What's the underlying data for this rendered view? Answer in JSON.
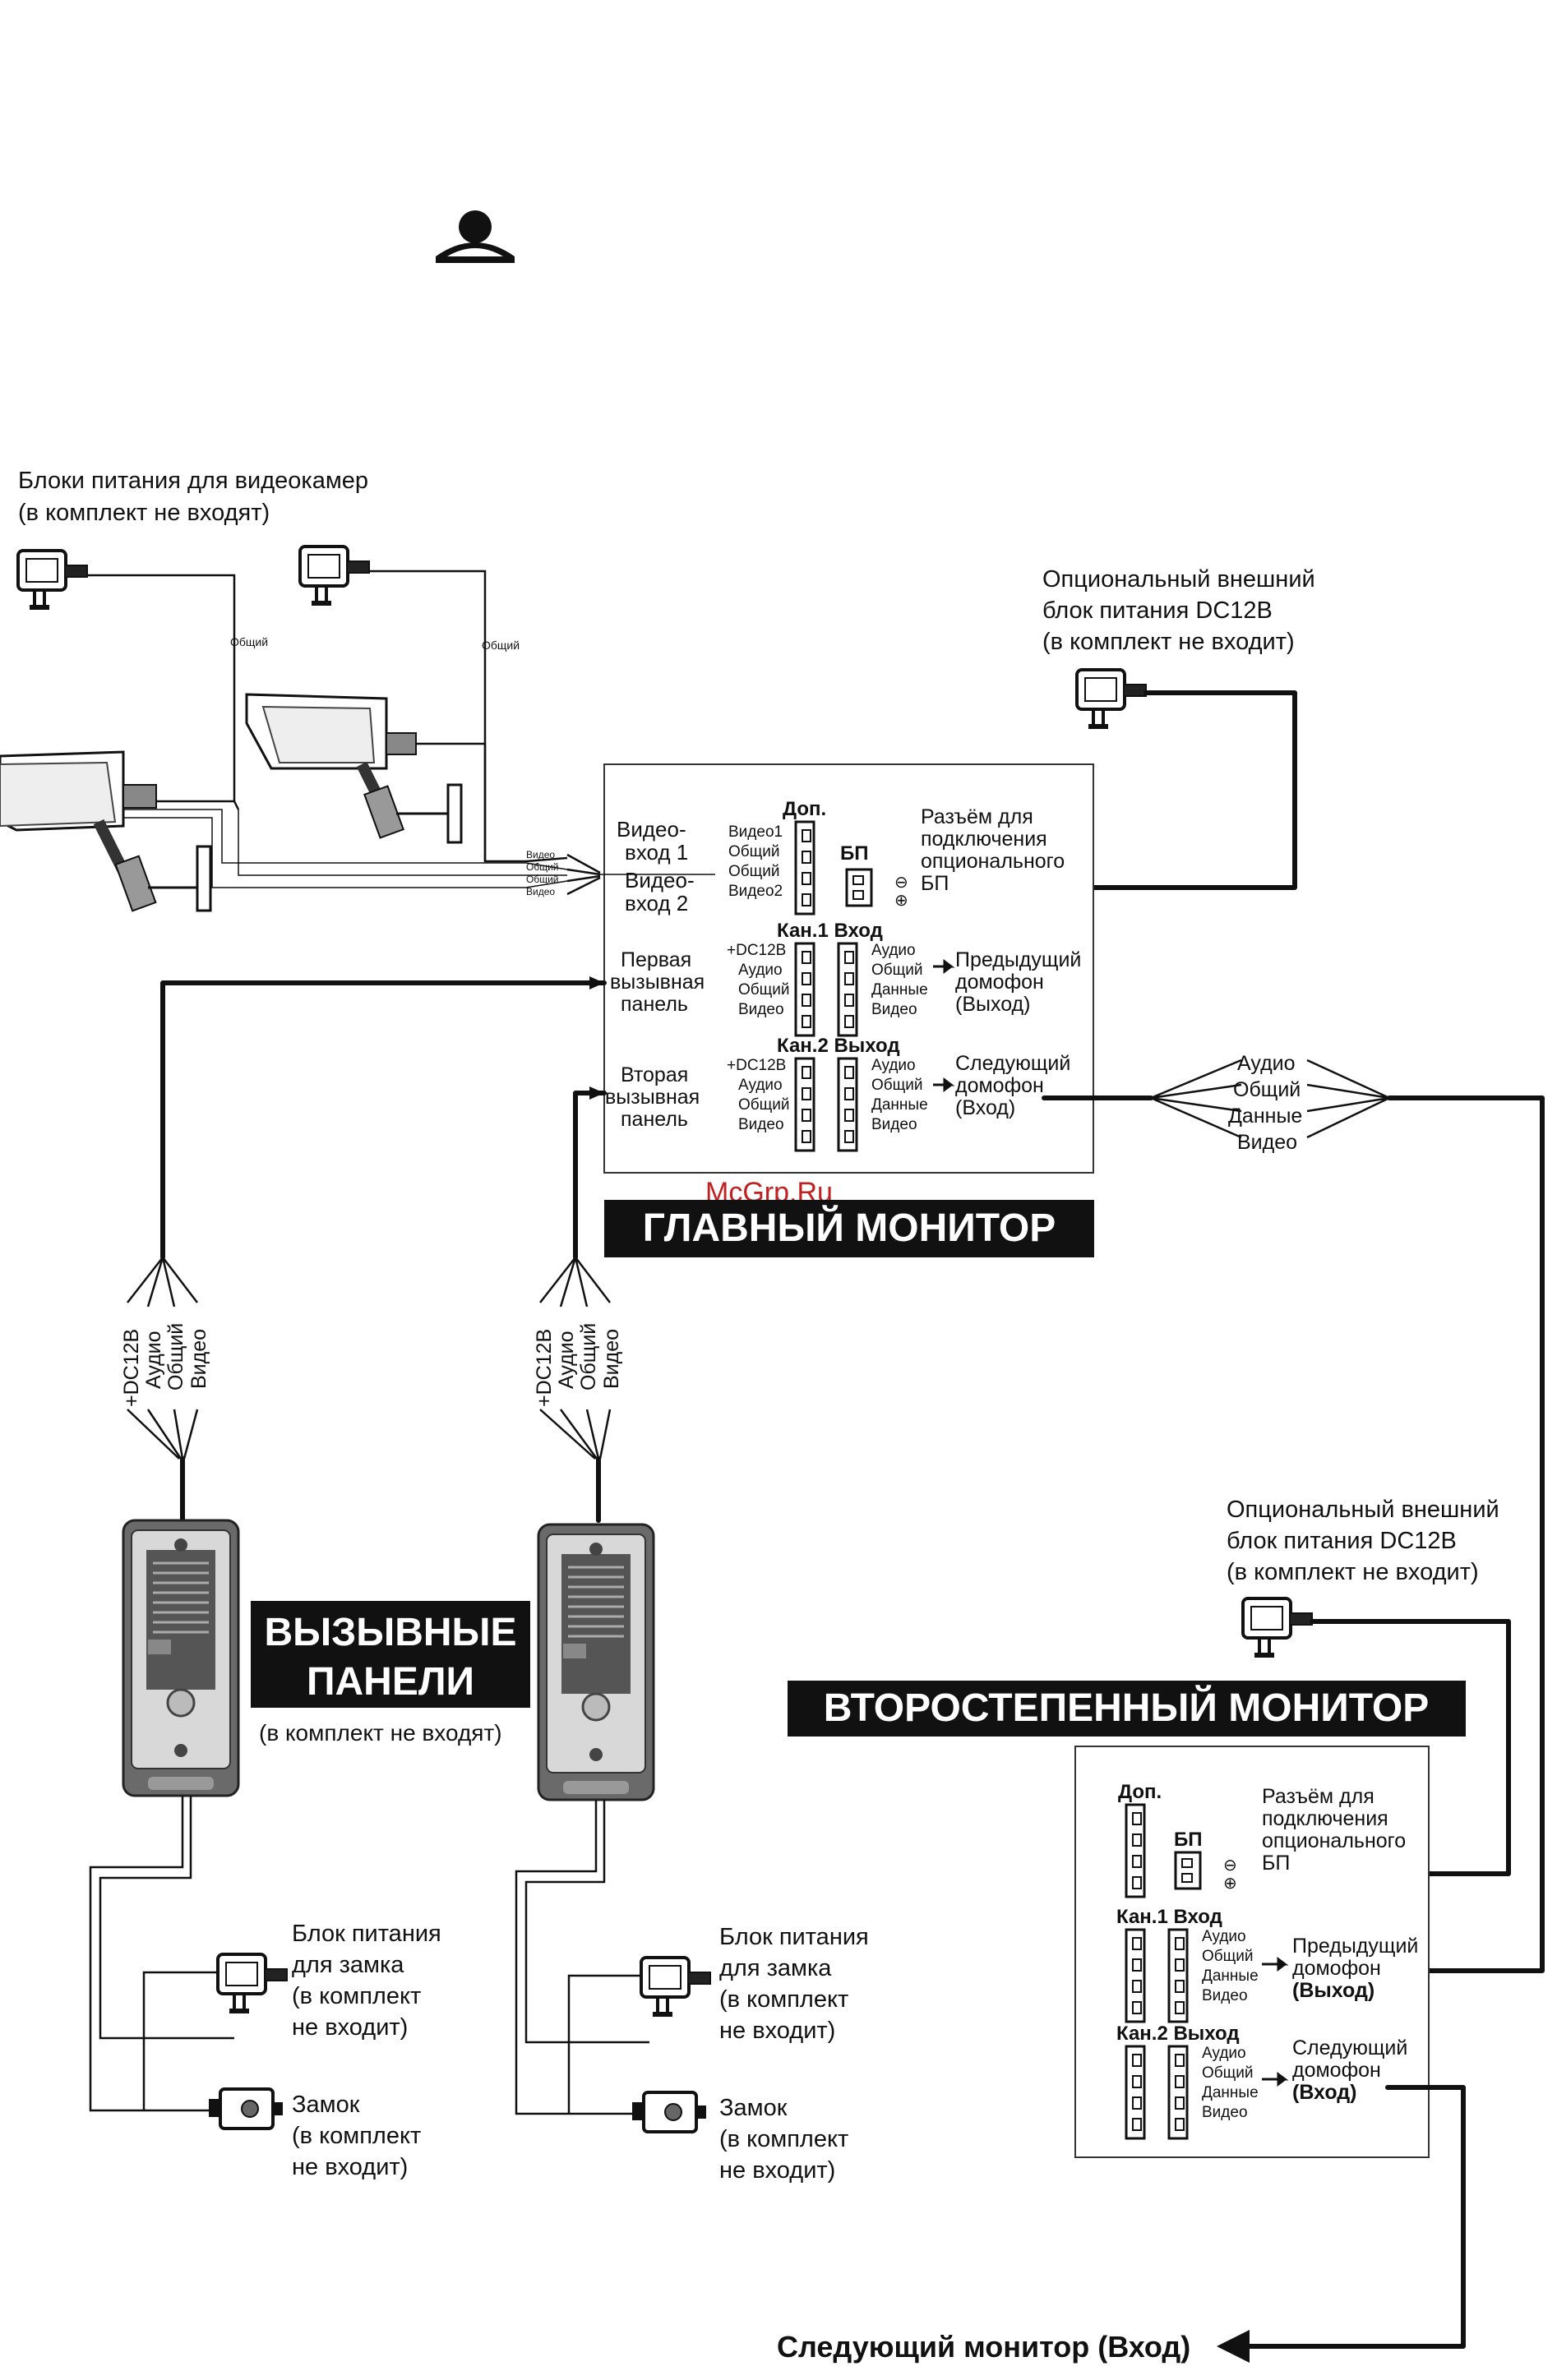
{
  "colors": {
    "ink": "#111111",
    "banner": "#111111",
    "banner_text": "#ffffff",
    "device": "#555555"
  },
  "icons": {
    "top_user": "user-silhouette-icon",
    "camera": "cctv-camera-icon",
    "adapter": "power-adapter-icon",
    "panel": "door-call-panel-icon",
    "lock": "electric-lock-icon"
  },
  "cameras": {
    "psu_label": [
      "Блоки питания  для видеокамер",
      "(в комплект не входят)"
    ],
    "wire_common": "Общий",
    "bundle": [
      "Видео",
      "Общий",
      "Общий",
      "Видео"
    ]
  },
  "main_monitor": {
    "title": "ГЛАВНЫЙ МОНИТОР",
    "watermark": "McGrp.Ru",
    "ext_psu": [
      "Опциональный внешний",
      "блок питания DC12В",
      "(в комплект не входит)"
    ],
    "dop": "Доп.",
    "bp": "БП",
    "video_in_1": [
      "Видео-",
      "вход 1"
    ],
    "video_in_2": [
      "Видео-",
      "вход 2"
    ],
    "dop_pins": [
      "Видео1",
      "Общий",
      "Общий",
      "Видео2"
    ],
    "bp_conn": [
      "Разъём для",
      "подключения",
      "опционального",
      "БП"
    ],
    "ch1": "Кан.1  Вход",
    "ch2": "Кан.2  Выход",
    "first_panel": [
      "Первая",
      "вызывная",
      "панель"
    ],
    "second_panel": [
      "Вторая",
      "вызывная",
      "панель"
    ],
    "panel_pins": [
      "+DC12В",
      "Аудио",
      "Общий",
      "Видео"
    ],
    "intercom_pins": [
      "Аудио",
      "Общий",
      "Данные",
      "Видео"
    ],
    "prev_intercom": [
      "Предыдущий",
      "домофон",
      "(Выход)"
    ],
    "next_intercom": [
      "Следующий",
      "домофон",
      "(Вход)"
    ],
    "link_labels": [
      "Аудио",
      "Общий",
      "Данные",
      "Видео"
    ]
  },
  "panels": {
    "title": [
      "ВЫЗЫВНЫЕ",
      "ПАНЕЛИ"
    ],
    "subtitle": "(в комплект не входят)",
    "wires": [
      "+DC12В",
      "Аудио",
      "Общий",
      "Видео"
    ],
    "lock_psu": [
      "Блок питания",
      " для замка",
      "(в комплект",
      "не входит)"
    ],
    "lock": [
      "Замок",
      "(в комплект",
      "не входит)"
    ]
  },
  "secondary_monitor": {
    "title": "ВТОРОСТЕПЕННЫЙ МОНИТОР",
    "ext_psu": [
      "Опциональный внешний",
      "блок питания DC12В",
      "(в комплект не входит)"
    ],
    "dop": "Доп.",
    "bp": "БП",
    "bp_conn": [
      "Разъём для",
      "подключения",
      "опционального",
      "БП"
    ],
    "ch1": "Кан.1  Вход",
    "ch2": "Кан.2  Выход",
    "intercom_pins": [
      "Аудио",
      "Общий",
      "Данные",
      "Видео"
    ],
    "prev_intercom": [
      "Предыдущий",
      "домофон",
      "(Выход)"
    ],
    "next_intercom": [
      "Следующий",
      "домофон",
      "(Вход)"
    ]
  },
  "footer": {
    "next_monitor": "Следующий монитор (Вход)"
  }
}
